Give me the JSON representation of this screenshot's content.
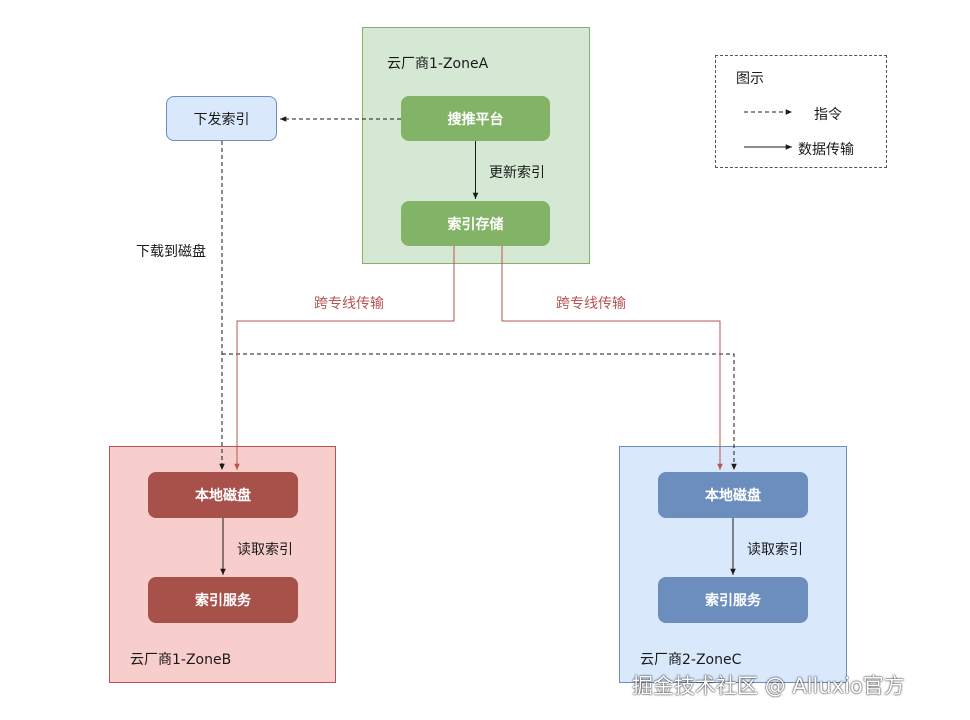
{
  "zones": {
    "a": {
      "title": "云厂商1-ZoneA"
    },
    "b": {
      "title": "云厂商1-ZoneB"
    },
    "c": {
      "title": "云厂商2-ZoneC"
    }
  },
  "nodes": {
    "search_platform": "搜推平台",
    "index_storage": "索引存储",
    "issue_index": "下发索引",
    "local_disk_b": "本地磁盘",
    "index_service_b": "索引服务",
    "local_disk_c": "本地磁盘",
    "index_service_c": "索引服务"
  },
  "edge_labels": {
    "update_index": "更新索引",
    "download_to_disk": "下载到磁盘",
    "cross_line_b": "跨专线传输",
    "cross_line_c": "跨专线传输",
    "read_index_b": "读取索引",
    "read_index_c": "读取索引"
  },
  "legend": {
    "title": "图示",
    "command": "指令",
    "data_transfer": "数据传输"
  },
  "colors": {
    "zone_a_fill": "#d5e8d4",
    "zone_b_fill": "#f8cecc",
    "zone_c_fill": "#dae8fc",
    "green_node": "#82b366",
    "red_node": "#a8504a",
    "blue_node": "#6c8ebf",
    "cross_line_edge": "#b85450"
  },
  "watermark": "掘金技术社区 @ Alluxio官方"
}
